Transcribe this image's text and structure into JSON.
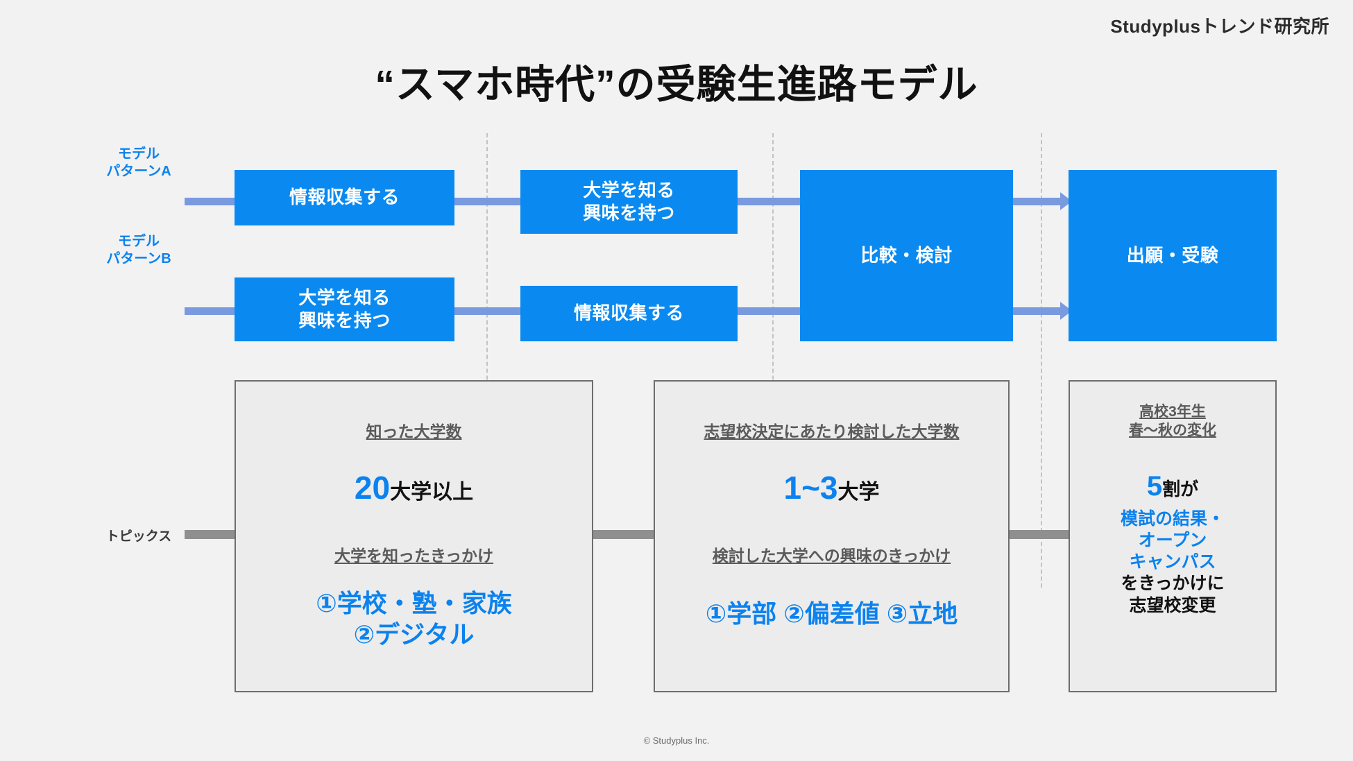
{
  "brand": "Studyplusトレンド研究所",
  "title": "“スマホ時代”の受験生進路モデル",
  "footer": "© Studyplus Inc.",
  "colors": {
    "accent_blue": "#0a8af0",
    "text_blue": "#0b82ee",
    "connector_blue": "#7a9ae0",
    "connector_gray": "#8f8f8f",
    "panel_bg": "#ececec",
    "panel_border": "#6d6d6d",
    "page_bg": "#f2f2f2"
  },
  "rows": {
    "pattern_a_label": "モデル\nパターンA",
    "pattern_a_label_l1": "モデル",
    "pattern_a_label_l2": "パターンA",
    "pattern_b_label_l1": "モデル",
    "pattern_b_label_l2": "パターンB",
    "topics_label": "トピックス"
  },
  "flow": {
    "pattern_a": [
      {
        "label": "情報収集する"
      },
      {
        "label_l1": "大学を知る",
        "label_l2": "興味を持つ"
      }
    ],
    "pattern_b": [
      {
        "label_l1": "大学を知る",
        "label_l2": "興味を持つ"
      },
      {
        "label": "情報収集する"
      }
    ],
    "shared": [
      {
        "label": "比較・検討"
      },
      {
        "label": "出願・受験"
      }
    ]
  },
  "topics": [
    {
      "head1": "知った大学数",
      "value_num": "20",
      "value_rest": "大学以上",
      "head2": "大学を知ったきっかけ",
      "list_l1": "①学校・塾・家族",
      "list_l2": "②デジタル"
    },
    {
      "head1": "志望校決定にあたり検討した大学数",
      "value_num": "1~3",
      "value_rest": "大学",
      "head2": "検討した大学への興味のきっかけ",
      "list_l1": "①学部 ②偏差値 ③立地",
      "list_l2": ""
    },
    {
      "head1_l1": "高校3年生",
      "head1_l2": "春〜秋の変化",
      "value_num": "5",
      "value_rest": "割が",
      "list_l1": "模試の結果・",
      "list_l2": "オープン",
      "list_l3": "キャンパス",
      "tail_l1": "をきっかけに",
      "tail_l2": "志望校変更"
    }
  ]
}
